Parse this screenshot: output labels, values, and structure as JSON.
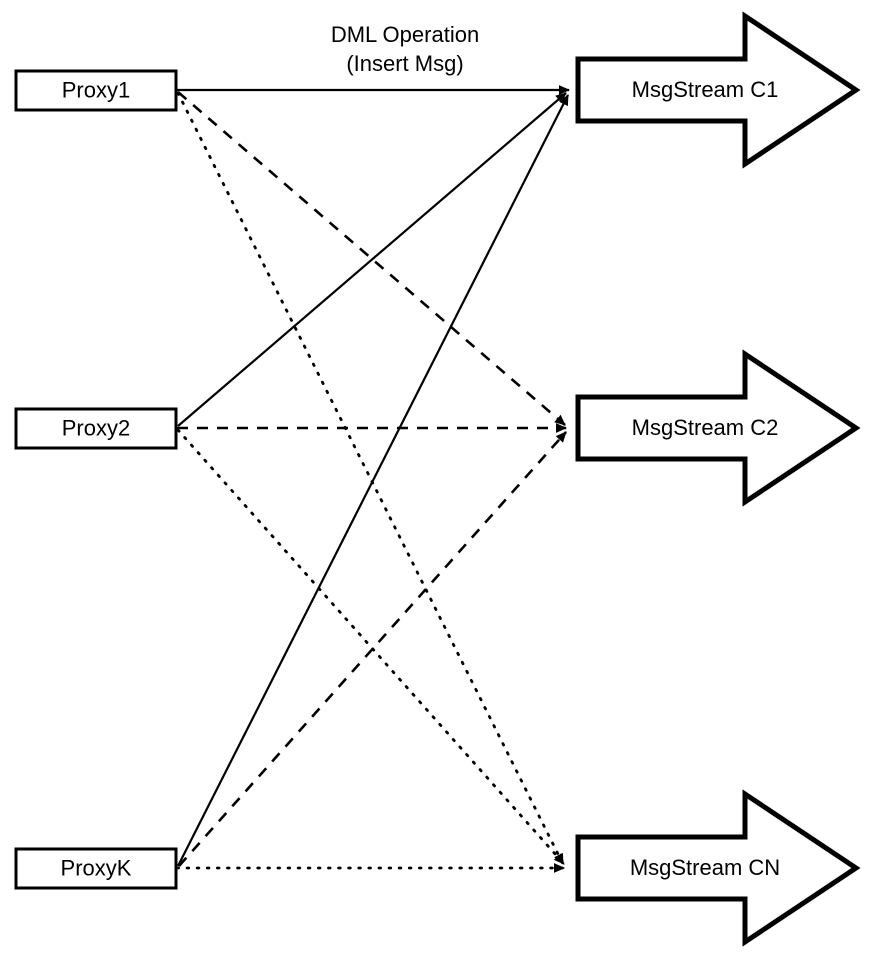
{
  "diagram": {
    "title": "Proxy to MsgStream routing diagram",
    "background_color": "#ffffff",
    "stroke_color": "#000000",
    "annotations": [
      {
        "id": "dml-operation",
        "line1": "DML Operation",
        "line2": "(Insert Msg)"
      }
    ],
    "sources": [
      {
        "id": "proxy1",
        "label": "Proxy1"
      },
      {
        "id": "proxy2",
        "label": "Proxy2"
      },
      {
        "id": "proxyk",
        "label": "ProxyK"
      }
    ],
    "targets": [
      {
        "id": "msgstream-c1",
        "label": "MsgStream C1"
      },
      {
        "id": "msgstream-c2",
        "label": "MsgStream C2"
      },
      {
        "id": "msgstream-cn",
        "label": "MsgStream CN"
      }
    ],
    "edges": [
      {
        "id": "proxy1-to-c1",
        "from": "Proxy1",
        "to": "MsgStream C1",
        "style": "solid"
      },
      {
        "id": "proxy1-to-c2",
        "from": "Proxy1",
        "to": "MsgStream C2",
        "style": "dashed"
      },
      {
        "id": "proxy1-to-cn",
        "from": "Proxy1",
        "to": "MsgStream CN",
        "style": "dotted"
      },
      {
        "id": "proxy2-to-c1",
        "from": "Proxy2",
        "to": "MsgStream C1",
        "style": "solid"
      },
      {
        "id": "proxy2-to-c2",
        "from": "Proxy2",
        "to": "MsgStream C2",
        "style": "dashed"
      },
      {
        "id": "proxy2-to-cn",
        "from": "Proxy2",
        "to": "MsgStream CN",
        "style": "dotted"
      },
      {
        "id": "proxyk-to-c1",
        "from": "ProxyK",
        "to": "MsgStream C1",
        "style": "solid"
      },
      {
        "id": "proxyk-to-c2",
        "from": "ProxyK",
        "to": "MsgStream C2",
        "style": "dashed"
      },
      {
        "id": "proxyk-to-cn",
        "from": "ProxyK",
        "to": "MsgStream CN",
        "style": "dotted"
      }
    ]
  }
}
